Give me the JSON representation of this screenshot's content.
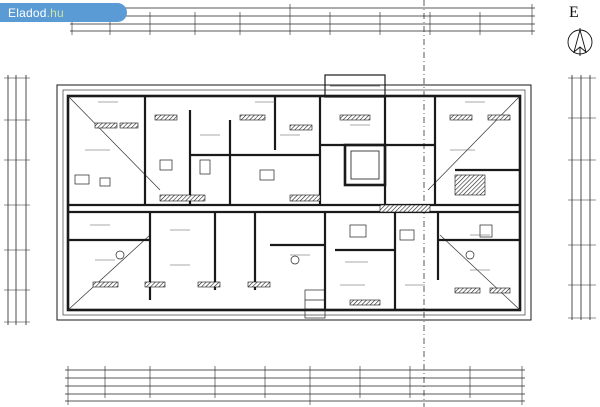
{
  "brand": {
    "name": "Eladod",
    "tld": ".hu"
  },
  "compass": {
    "letter": "E"
  },
  "colors": {
    "badge": "#5b9bd5",
    "badge_tld": "#cfe3a6",
    "ink": "#1a1a1a",
    "paper": "#ffffff"
  },
  "icons": [
    "north-arrow-icon"
  ]
}
